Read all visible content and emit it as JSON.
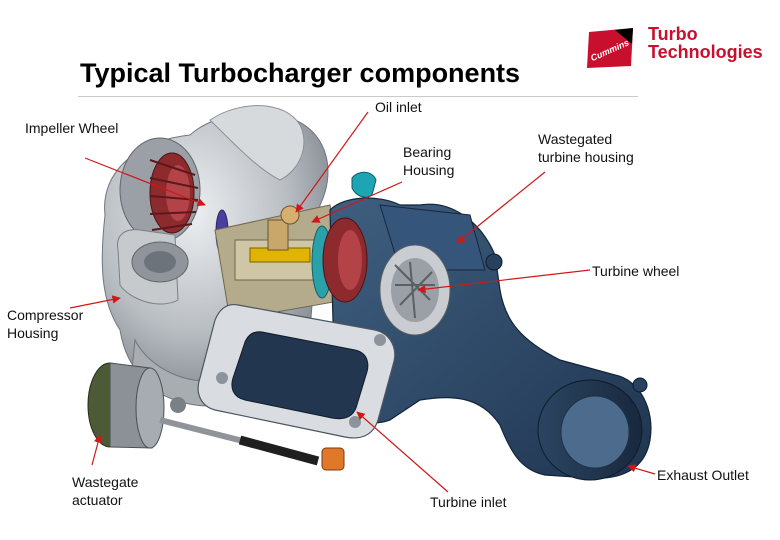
{
  "slide": {
    "title": "Typical Turbocharger components",
    "brand_line1": "Turbo",
    "brand_line2": "Technologies",
    "logo_text": "Cummins",
    "colors": {
      "brand_red": "#c8102e",
      "housing_blue": "#2f4a66",
      "compressor_gray": "#b8bcc0",
      "arrow_red": "#d01818"
    }
  },
  "labels": {
    "impeller_wheel": "Impeller Wheel",
    "oil_inlet": "Oil inlet",
    "bearing_housing_1": "Bearing",
    "bearing_housing_2": "Housing",
    "wastegated_1": "Wastegated",
    "wastegated_2": "turbine housing",
    "turbine_wheel": "Turbine wheel",
    "compressor_1": "Compressor",
    "compressor_2": "Housing",
    "wastegate_1": "Wastegate",
    "wastegate_2": "actuator",
    "turbine_inlet": "Turbine inlet",
    "exhaust_outlet": "Exhaust Outlet"
  }
}
